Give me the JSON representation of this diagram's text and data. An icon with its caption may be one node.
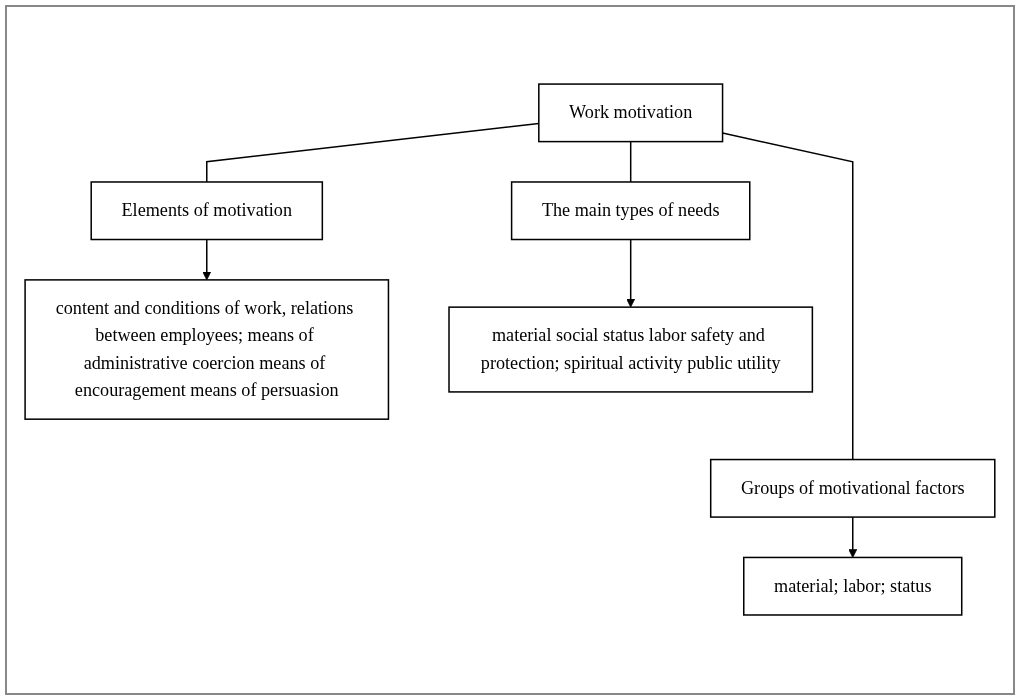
{
  "diagram": {
    "nodes": [
      {
        "text": [
          "Work motivation"
        ]
      },
      {
        "text": [
          "Elements of motivation"
        ]
      },
      {
        "text": [
          "The main types of needs"
        ]
      },
      {
        "text": [
          "content and conditions of work, relations between employees; means of administrative coercion means of encouragement means of persuasion"
        ]
      },
      {
        "text": [
          "material social status labor safety and protection; spiritual activity public utility"
        ]
      },
      {
        "text": [
          "Groups of motivational factors"
        ]
      },
      {
        "text": [
          "material; labor; status"
        ]
      }
    ],
    "edges": [
      {
        "from": 0,
        "to": 1,
        "arrow": "none"
      },
      {
        "from": 0,
        "to": 5,
        "arrow": "none"
      },
      {
        "from": 0,
        "to": 2,
        "arrow": "none"
      },
      {
        "from": 1,
        "to": 3,
        "arrow": "to"
      },
      {
        "from": 2,
        "to": 4,
        "arrow": "to"
      },
      {
        "from": 5,
        "to": 6,
        "arrow": "to"
      }
    ]
  }
}
